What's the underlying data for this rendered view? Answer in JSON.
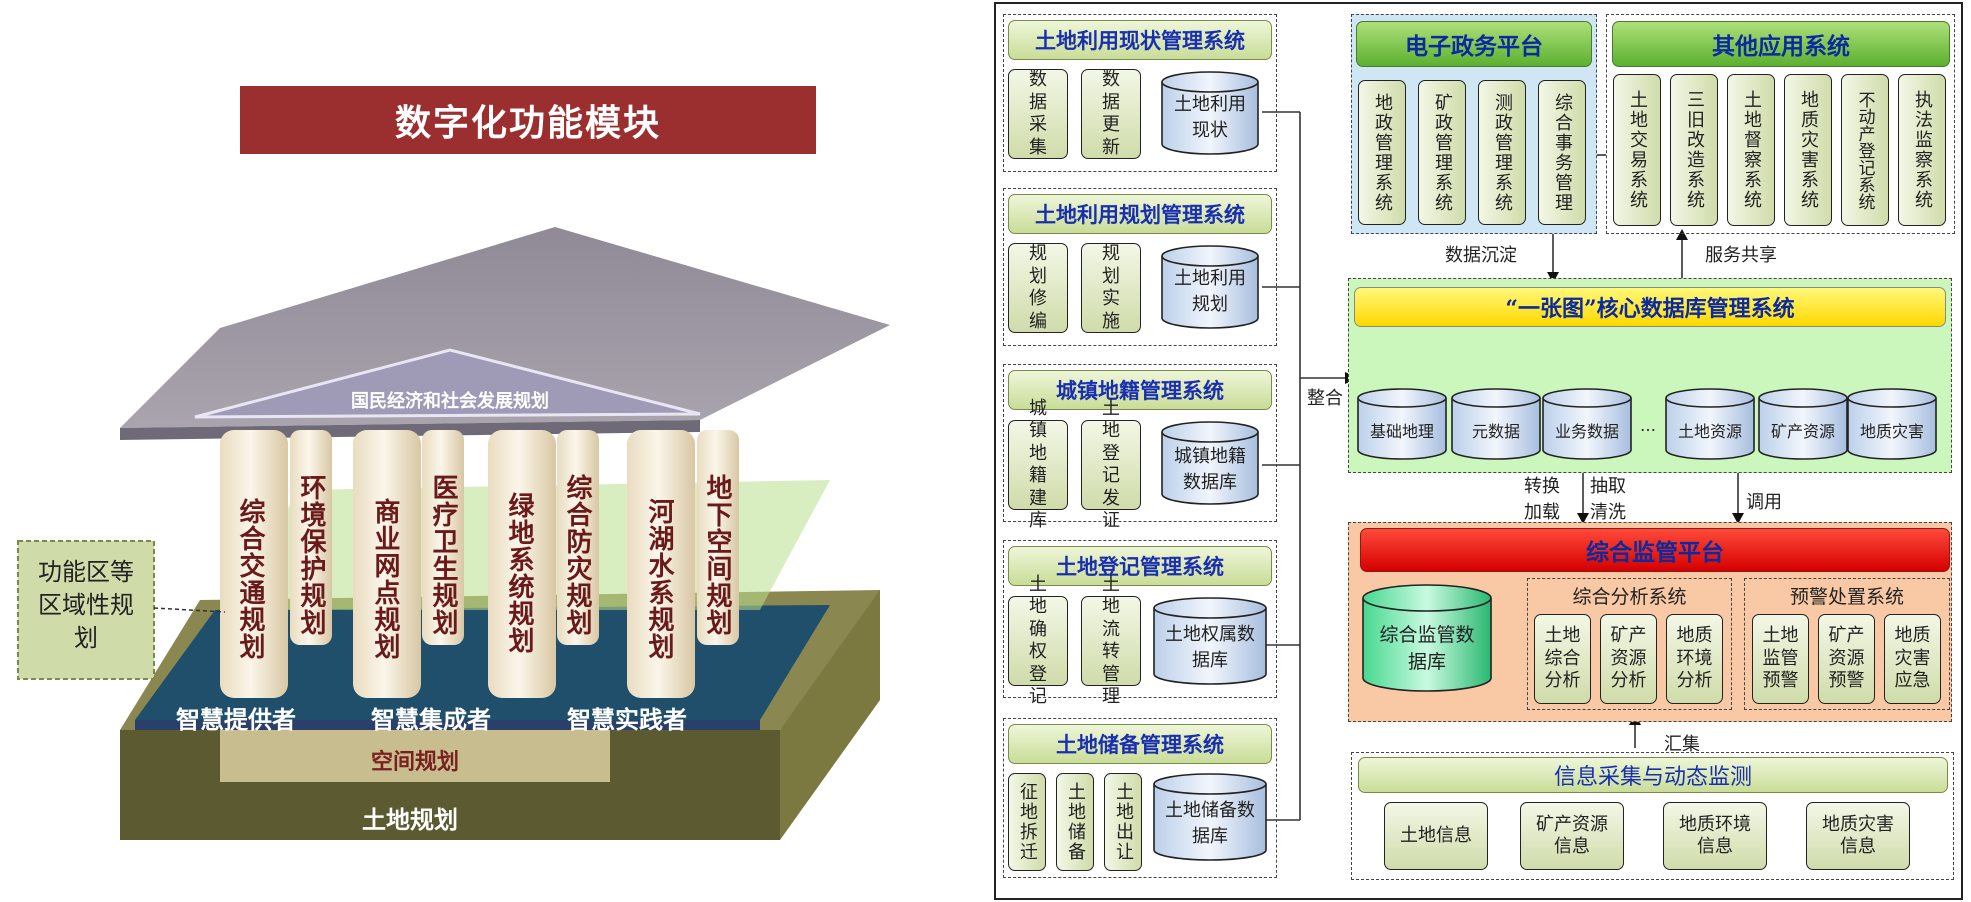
{
  "left": {
    "title": "数字化功能模块",
    "roof_label": "国民经济和社会发展规划",
    "pillars": [
      "综合交通规划",
      "环境保护规划",
      "商业网点规划",
      "医疗卫生规划",
      "绿地系统规划",
      "综合防灾规划",
      "河湖水系规划",
      "地下空间规划"
    ],
    "side_label": "功能区等区域性规划",
    "base_labels": [
      "智慧提供者",
      "智慧集成者",
      "智慧实践者"
    ],
    "space_label": "空间规划",
    "land_label": "土地规划"
  },
  "right": {
    "systems": [
      {
        "title": "土地利用现状管理系统",
        "items": [
          "数据采集",
          "数据更新"
        ],
        "db": "土地利用现状"
      },
      {
        "title": "土地利用规划管理系统",
        "items": [
          "规划修编",
          "规划实施"
        ],
        "db": "土地利用规划"
      },
      {
        "title": "城镇地籍管理系统",
        "items": [
          "城镇地籍建库",
          "土地登记发证"
        ],
        "db": "城镇地籍数据库"
      },
      {
        "title": "土地登记管理系统",
        "items": [
          "土地确权登记",
          "土地流转管理"
        ],
        "db": "土地权属数据库"
      },
      {
        "title": "土地储备管理系统",
        "items": [
          "征地拆迁",
          "土地储备",
          "土地出让"
        ],
        "db": "土地储备数据库"
      }
    ],
    "egov": {
      "title": "电子政务平台",
      "items": [
        "地政管理系统",
        "矿政管理系统",
        "测政管理系统",
        "综合事务管理"
      ]
    },
    "other": {
      "title": "其他应用系统",
      "items": [
        "土地交易系统",
        "三旧改造系统",
        "土地督察系统",
        "地质灾害系统",
        "不动产登记系统",
        "执法监察系统"
      ]
    },
    "label_sediment": "数据沉淀",
    "label_share": "服务共享",
    "label_integrate": "整合",
    "core": {
      "title": "“一张图”核心数据库管理系统",
      "dbs": [
        "基础地理",
        "元数据",
        "业务数据",
        "…",
        "土地资源",
        "矿产资源",
        "地质灾害"
      ]
    },
    "label_convert": "转换加载",
    "label_extract": "抽取清洗",
    "label_call": "调用",
    "platform": {
      "title": "综合监管平台",
      "db": "综合监管数据库",
      "analysis": {
        "title": "综合分析系统",
        "items": [
          "土地综合分析",
          "矿产资源分析",
          "地质环境分析"
        ]
      },
      "warning": {
        "title": "预警处置系统",
        "items": [
          "土地监管预警",
          "矿产资源预警",
          "地质灾害应急"
        ]
      }
    },
    "label_collect": "汇集",
    "collection": {
      "title": "信息采集与动态监测",
      "items": [
        "土地信息",
        "矿产资源信息",
        "地质环境信息",
        "地质灾害信息"
      ]
    }
  }
}
